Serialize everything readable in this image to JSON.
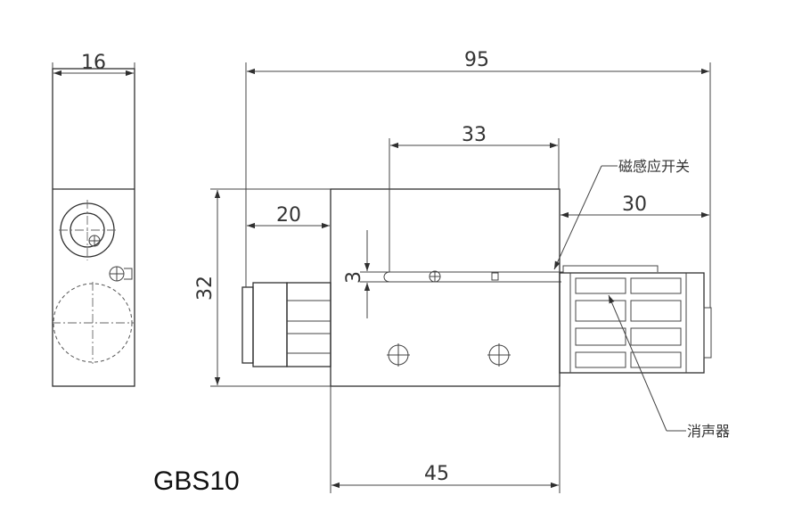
{
  "model": "GBS10",
  "dimensions": {
    "d16": "16",
    "d95": "95",
    "d33": "33",
    "d30": "30",
    "d20": "20",
    "d32": "32",
    "d3": "3",
    "d45": "45"
  },
  "labels": {
    "magnetic_switch": "磁感应开关",
    "silencer": "消声器"
  },
  "colors": {
    "line": "#2f2f2f",
    "text": "#333333",
    "background": "#ffffff"
  }
}
